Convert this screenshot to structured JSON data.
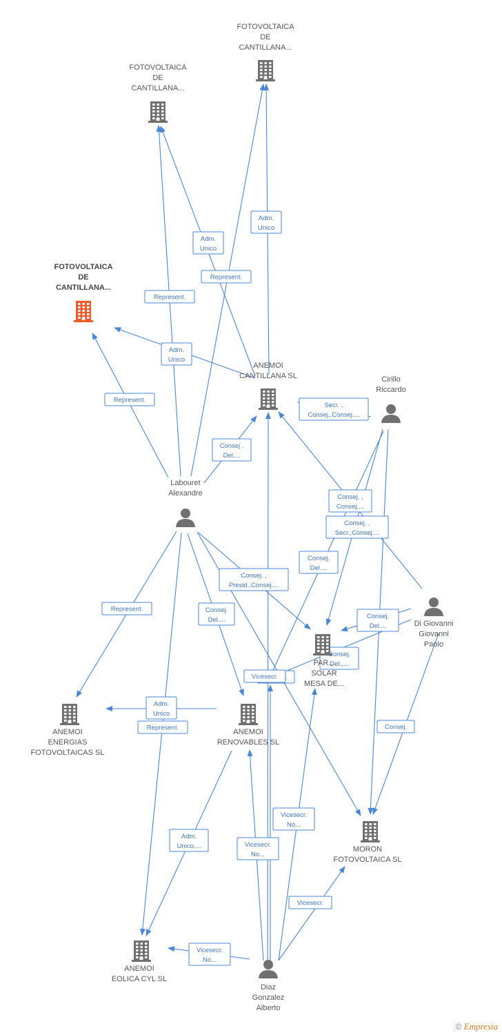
{
  "colors": {
    "edge": "#4a86d8",
    "edge_label_text": "#3e74c2",
    "node_icon": "#707070",
    "main_icon": "#f05a28",
    "label": "#555555"
  },
  "nodes": [
    {
      "id": "fc1",
      "type": "company",
      "main": true,
      "label": [
        "FOTOVOLTAICA",
        "DE",
        "CANTILLANA..."
      ]
    },
    {
      "id": "fc2",
      "type": "company",
      "label": [
        "FOTOVOLTAICA",
        "DE",
        "CANTILLANA..."
      ]
    },
    {
      "id": "fc3",
      "type": "company",
      "label": [
        "FOTOVOLTAICA",
        "DE",
        "CANTILLANA..."
      ]
    },
    {
      "id": "acs",
      "type": "company",
      "label": [
        "ANEMOI",
        "CANTILLANA SL"
      ]
    },
    {
      "id": "cr",
      "type": "person",
      "label": [
        "Cirillo",
        "Riccardo"
      ]
    },
    {
      "id": "la",
      "type": "person",
      "label": [
        "Labouret",
        "Alexandre"
      ]
    },
    {
      "id": "dg",
      "type": "person",
      "label": [
        "Di Giovanni",
        "Giovanni",
        "Paolo"
      ]
    },
    {
      "id": "ps",
      "type": "company",
      "label": [
        "PAR...",
        "SOLAR",
        "MESA DE..."
      ]
    },
    {
      "id": "aef",
      "type": "company",
      "label": [
        "ANEMOI",
        "ENERGIAS",
        "FOTOVOLTAICAS SL"
      ]
    },
    {
      "id": "ar",
      "type": "company",
      "label": [
        "ANEMOI",
        "RENOVABLES SL"
      ]
    },
    {
      "id": "mf",
      "type": "company",
      "label": [
        "MORON",
        "FOTOVOLTAICA SL"
      ]
    },
    {
      "id": "ae",
      "type": "company",
      "label": [
        "ANEMOI",
        "EOLICA CYL SL"
      ]
    },
    {
      "id": "dz",
      "type": "person",
      "label": [
        "Diaz",
        "Gonzalez",
        "Alberto"
      ]
    }
  ],
  "edges": [
    {
      "from": "la",
      "to": "fc2",
      "label": [
        "Represent."
      ]
    },
    {
      "from": "acs",
      "to": "fc2",
      "label": [
        "Adm.",
        "Unico"
      ]
    },
    {
      "from": "la",
      "to": "fc3",
      "label": [
        "Represent."
      ]
    },
    {
      "from": "acs",
      "to": "fc3",
      "label": [
        "Adm.",
        "Unico"
      ]
    },
    {
      "from": "acs",
      "to": "fc1",
      "label": [
        "Adm.",
        "Unico"
      ]
    },
    {
      "from": "la",
      "to": "fc1",
      "label": [
        "Represent."
      ]
    },
    {
      "from": "cr",
      "to": "acs",
      "label": [
        "Secr. ,",
        "Consej.,Consej...."
      ]
    },
    {
      "from": "la",
      "to": "acs",
      "label": [
        "Consej .",
        "Del...."
      ]
    },
    {
      "from": "dg",
      "to": "acs",
      "label": [
        "Consej. ,",
        "Consej...."
      ]
    },
    {
      "from": "cr",
      "to": "ps",
      "label": [
        "Consej. ,",
        "Secr.,Consej...."
      ]
    },
    {
      "from": "cr",
      "to": "ar",
      "label": [
        "Consej.",
        "Del...."
      ]
    },
    {
      "from": "la",
      "to": "ps",
      "label": [
        "Consej. ,",
        "Presid.,Consej...."
      ]
    },
    {
      "from": "la",
      "to": "ar",
      "label": [
        "Consej.",
        "Del...."
      ]
    },
    {
      "from": "la",
      "to": "aef",
      "label": [
        "Represent."
      ]
    },
    {
      "from": "la",
      "to": "ae",
      "label": [
        "Represent."
      ]
    },
    {
      "from": "ar",
      "to": "aef",
      "label": [
        "Adm.",
        "Unico"
      ]
    },
    {
      "from": "dg",
      "to": "ps",
      "label": [
        "Consej.",
        "Del...."
      ]
    },
    {
      "from": "dg",
      "to": "ar",
      "label": [
        "Consej.",
        "Del.,..."
      ]
    },
    {
      "from": "la",
      "to": "mf",
      "label": [
        "Consej."
      ]
    },
    {
      "from": "dz",
      "to": "ar",
      "label": [
        "Vicesecr."
      ]
    },
    {
      "from": "dg",
      "to": "mf",
      "label": [
        "Consej."
      ]
    },
    {
      "from": "cr",
      "to": "mf",
      "label": []
    },
    {
      "from": "ar",
      "to": "ae",
      "label": [
        "Adm.",
        "Unico,..."
      ]
    },
    {
      "from": "dz",
      "to": "ps",
      "label": [
        "Vicesecr.",
        "No..."
      ]
    },
    {
      "from": "dz",
      "to": "ar",
      "label": [
        "Vicesecr.",
        "No..."
      ]
    },
    {
      "from": "dz",
      "to": "acs",
      "label": []
    },
    {
      "from": "dz",
      "to": "mf",
      "label": [
        "Vicesecr."
      ]
    },
    {
      "from": "dz",
      "to": "ae",
      "label": [
        "Vicesecr.",
        "No..."
      ]
    }
  ],
  "footer": {
    "copyright": "©",
    "brand": "Empresia"
  }
}
